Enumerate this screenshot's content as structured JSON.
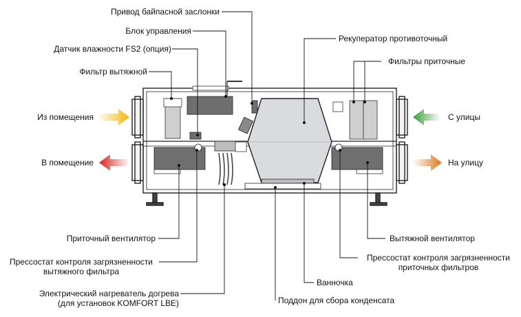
{
  "labels": {
    "bypass_drive": "Привод байпасной заслонки",
    "control_unit": "Блок управления",
    "humidity_sensor": "Датчик влажности FS2 (опция)",
    "exhaust_filter": "Фильтр вытяжной",
    "from_room": "Из помещения",
    "to_room": "В помещение",
    "supply_fan": "Приточный вентилятор",
    "pressostat_exhaust_line1": "Прессостат контроля загрязненности",
    "pressostat_exhaust_line2": "вытяжного фильтра",
    "heater_line1": "Электрический нагреватель догрева",
    "heater_line2": "(для установок KOMFORT LBE)",
    "recuperator": "Рекуператор противоточный",
    "supply_filters": "Фильтры приточные",
    "from_street": "С улицы",
    "to_street": "На улицу",
    "exhaust_fan": "Вытяжной вентилятор",
    "pressostat_supply_line1": "Прессостат контроля загрязненности",
    "pressostat_supply_line2": "приточных фильтров",
    "drip_tray": "Ванночка",
    "condensate_pan": "Поддон для сбора конденсата"
  },
  "colors": {
    "arrow_from_room": "#f2b705",
    "arrow_to_room": "#d7261e",
    "arrow_from_street": "#3a9d3a",
    "arrow_to_street": "#d9761a",
    "hex_fill": "#d9dbde",
    "component_fill": "#6f6f6f",
    "filter_fill": "#cfcfcf"
  }
}
